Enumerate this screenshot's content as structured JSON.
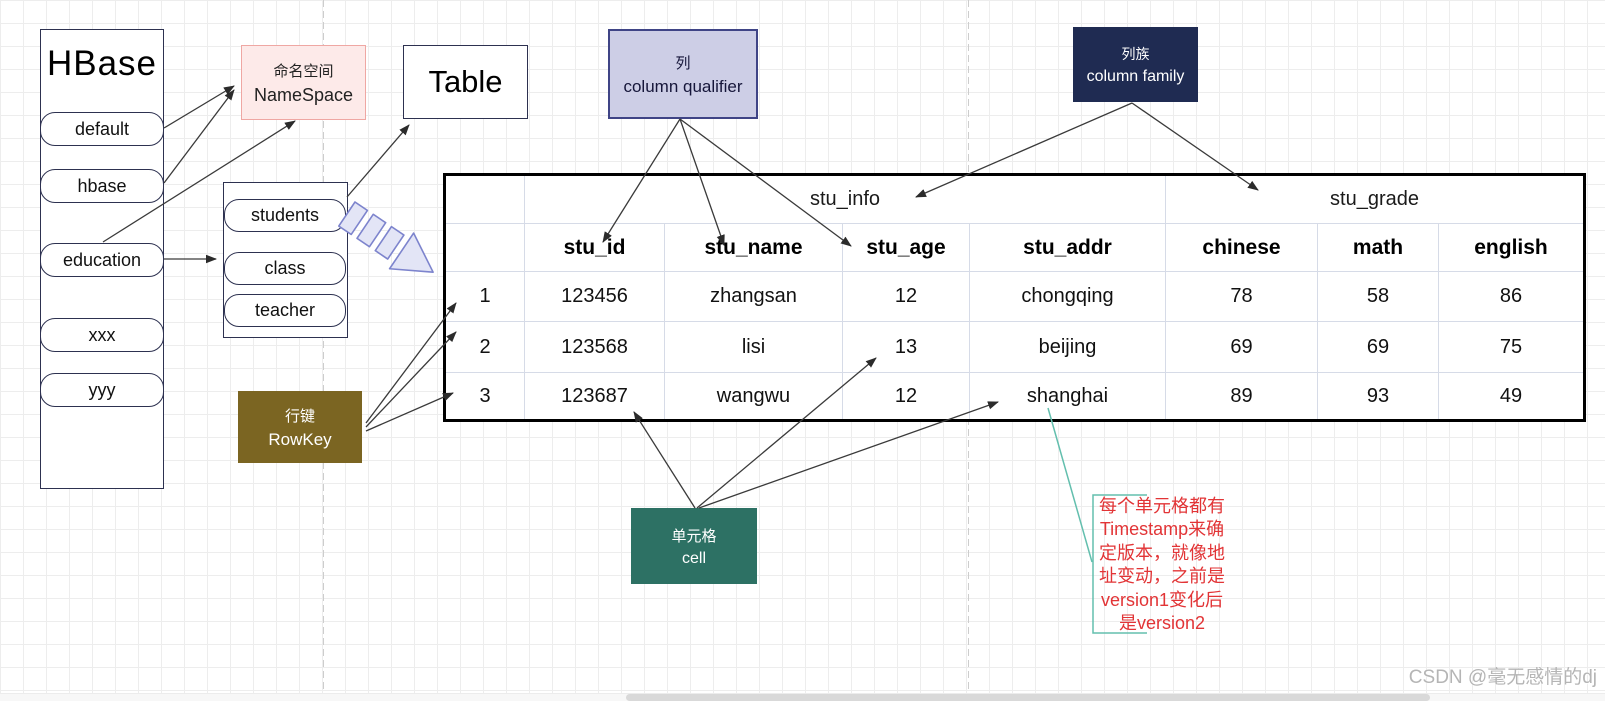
{
  "hbase_panel": {
    "title": "HBase",
    "items": [
      "default",
      "hbase",
      "education",
      "xxx",
      "yyy"
    ]
  },
  "students_panel": {
    "items": [
      "students",
      "class",
      "teacher"
    ]
  },
  "namespace_box": {
    "title_zh": "命名空间",
    "title_en": "NameSpace"
  },
  "table_box": {
    "label": "Table"
  },
  "column_qualifier_box": {
    "title_zh": "列",
    "title_en": "column qualifier"
  },
  "column_family_box": {
    "title_zh": "列族",
    "title_en": "column family"
  },
  "rowkey_box": {
    "title_zh": "行键",
    "title_en": "RowKey"
  },
  "cell_box": {
    "title_zh": "单元格",
    "title_en": "cell"
  },
  "data_table": {
    "family_headers": [
      {
        "label": "stu_info",
        "span": 4
      },
      {
        "label": "stu_grade",
        "span": 3
      }
    ],
    "column_headers": [
      "stu_id",
      "stu_name",
      "stu_age",
      "stu_addr",
      "chinese",
      "math",
      "english"
    ],
    "rows": [
      {
        "row_key": "1",
        "cells": [
          "123456",
          "zhangsan",
          "12",
          "chongqing",
          "78",
          "58",
          "86"
        ]
      },
      {
        "row_key": "2",
        "cells": [
          "123568",
          "lisi",
          "13",
          "beijing",
          "69",
          "69",
          "75"
        ]
      },
      {
        "row_key": "3",
        "cells": [
          "123687",
          "wangwu",
          "12",
          "shanghai",
          "89",
          "93",
          "49"
        ]
      }
    ]
  },
  "annotation": {
    "lines": [
      "每个单元格都有",
      "Timestamp来确",
      "定版本，就像地",
      "址变动，之前是",
      "version1变化后",
      "是version2"
    ]
  },
  "watermark": "CSDN @毫无感情的dj",
  "colors": {
    "namespace_fill": "#fdeae9",
    "namespace_border": "#efa7a3",
    "qualifier_fill": "#cdcee6",
    "qualifier_border": "#3f4486",
    "family_fill": "#1f2b52",
    "rowkey_fill": "#7b6522",
    "cell_fill": "#2d7164",
    "outline_navy": "#2d3150",
    "annotation_red": "#e23436",
    "teal_connector": "#63bfae",
    "arrow": "#2b2b2b",
    "chevron_fill": "#e3e5f6",
    "chevron_border": "#7d84cd"
  }
}
